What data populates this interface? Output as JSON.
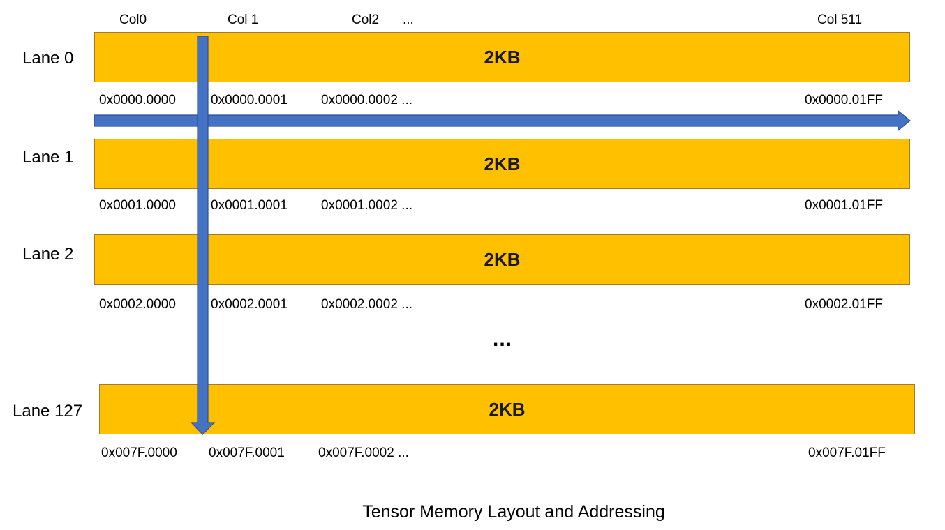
{
  "columns": {
    "col0": "Col0",
    "col1": "Col 1",
    "col2": "Col2",
    "col_ellipsis": "...",
    "col_last": "Col 511"
  },
  "lanes": [
    {
      "label": "Lane 0",
      "size": "2KB",
      "addr_col0": "0x0000.0000",
      "addr_col1": "0x0000.0001",
      "addr_col2": "0x0000.0002 ...",
      "addr_last": "0x0000.01FF"
    },
    {
      "label": "Lane 1",
      "size": "2KB",
      "addr_col0": "0x0001.0000",
      "addr_col1": "0x0001.0001",
      "addr_col2": "0x0001.0002 ...",
      "addr_last": "0x0001.01FF"
    },
    {
      "label": "Lane 2",
      "size": "2KB",
      "addr_col0": "0x0002.0000",
      "addr_col1": "0x0002.0001",
      "addr_col2": "0x0002.0002 ...",
      "addr_last": "0x0002.01FF"
    },
    {
      "label": "Lane 127",
      "size": "2KB",
      "addr_col0": "0x007F.0000",
      "addr_col1": "0x007F.0001",
      "addr_col2": "0x007F.0002 ...",
      "addr_last": "0x007F.01FF"
    }
  ],
  "lane_gap_ellipsis": "...",
  "caption": "Tensor Memory Layout and Addressing",
  "colors": {
    "bar_fill": "#ffc000",
    "bar_border": "#a07c2c",
    "arrow_fill": "#4472c4",
    "arrow_stroke": "#2f528f"
  }
}
